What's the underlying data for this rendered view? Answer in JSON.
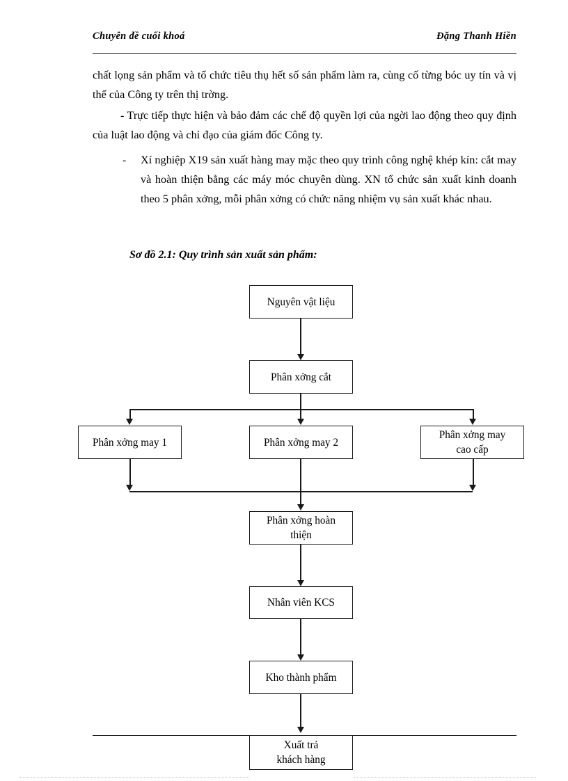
{
  "document": {
    "header": {
      "left": "Chuyên đề cuối khoá",
      "right": "Đặng Thanh Hiền"
    },
    "paragraphs": [
      "chất lọng   sản phẩm và tổ chức tiêu thụ hết số sản phẩm làm ra, cùng cố từng bóc   uy tín và vị thế của Công ty trên thị trờng.",
      "- Trực tiếp thực hiện và bảo đảm các chế độ quyền lợi của ngời   lao động theo quy định của luật lao động và chỉ đạo của giám đốc Công ty."
    ],
    "bullet": {
      "marker": "-",
      "text": "Xí nghiệp X19 sản xuất hàng may mặc theo quy trình công nghệ khép kín: cắt may và hoàn thiện bằng các máy móc chuyên dùng. XN tổ chức sản xuất kinh doanh theo 5 phân xởng,   mỗi phân xởng có chức năng nhiệm vụ sản xuất khác nhau."
    },
    "figure_caption": "Sơ đồ 2.1: Quy trình sản xuất sản phẩm:"
  },
  "flowchart": {
    "title": "Quy trình sản xuất sản phẩm",
    "type": "process-flow",
    "nodes": [
      {
        "id": "raw",
        "label": "Nguyên vật liệu"
      },
      {
        "id": "cutting",
        "label": "Phân xởng   cắt"
      },
      {
        "id": "sewing1",
        "label": "Phân xởng   may 1"
      },
      {
        "id": "sewing2",
        "label": "Phân xởng   may 2"
      },
      {
        "id": "premium",
        "label": "Phân xởng   may cao cấp"
      },
      {
        "id": "finishing",
        "label": "Phân xởng   hoàn thiện"
      },
      {
        "id": "kcs",
        "label": "Nhân viên KCS"
      },
      {
        "id": "warehouse",
        "label": "Kho thành phẩm"
      },
      {
        "id": "delivery",
        "label": "Xuất trả khách hàng"
      }
    ],
    "edges": [
      {
        "from": "raw",
        "to": "cutting"
      },
      {
        "from": "cutting",
        "to": "sewing1"
      },
      {
        "from": "cutting",
        "to": "sewing2"
      },
      {
        "from": "cutting",
        "to": "premium"
      },
      {
        "from": "sewing1",
        "to": "finishing"
      },
      {
        "from": "sewing2",
        "to": "finishing"
      },
      {
        "from": "premium",
        "to": "finishing"
      },
      {
        "from": "finishing",
        "to": "kcs"
      },
      {
        "from": "kcs",
        "to": "warehouse"
      },
      {
        "from": "warehouse",
        "to": "delivery"
      }
    ],
    "node_labels": {
      "raw": "Nguyên vật liệu",
      "cutting": "Phân xởng   cắt",
      "sewing1": "Phân xởng   may 1",
      "sewing2": "Phân xởng   may 2",
      "premium_line1": "Phân xởng   may",
      "premium_line2": "cao cấp",
      "finishing_line1": "Phân xởng   hoàn",
      "finishing_line2": "thiện",
      "kcs": "Nhân viên KCS",
      "warehouse": "Kho thành phẩm",
      "delivery_line1": "Xuất trả",
      "delivery_line2": "khách hàng"
    }
  },
  "colors": {
    "ink": "#1a1a1a",
    "page": "#ffffff",
    "rule": "#111111"
  }
}
